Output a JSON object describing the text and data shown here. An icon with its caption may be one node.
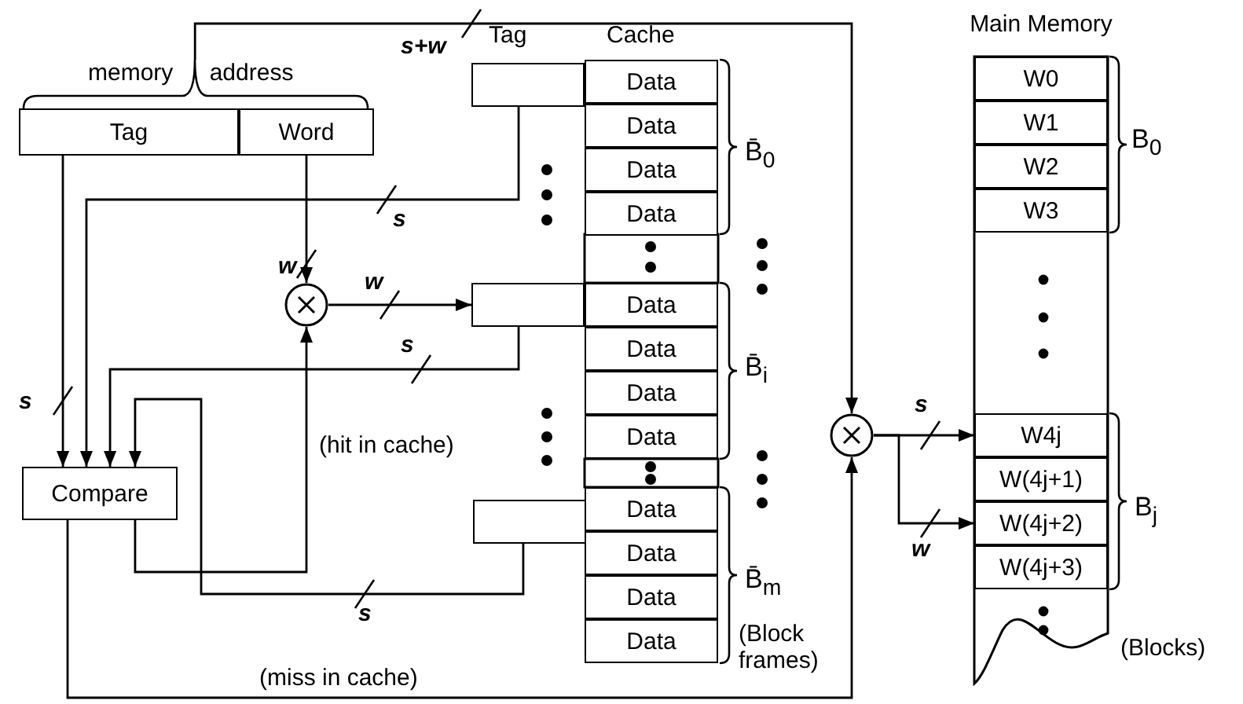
{
  "diagram": {
    "nodes": [
      {
        "text": [
          "memory address"
        ]
      },
      {
        "text": [
          "Tag"
        ],
        "in": 0
      },
      {
        "text": [
          "Word"
        ],
        "in": 0
      },
      {
        "text": [
          "Compare"
        ]
      },
      {
        "text": [],
        "shape": "circle"
      },
      {
        "text": [],
        "shape": "box"
      },
      {
        "text": [],
        "shape": "box"
      },
      {
        "text": [],
        "shape": "box"
      },
      {
        "text": [
          "Data"
        ]
      },
      {
        "text": [
          "Data"
        ]
      },
      {
        "text": [
          "Data"
        ]
      },
      {
        "text": [
          "Data"
        ]
      },
      {
        "text": [
          "Data"
        ]
      },
      {
        "text": [
          "Data"
        ]
      },
      {
        "text": [
          "Data"
        ]
      },
      {
        "text": [
          "Data"
        ]
      },
      {
        "text": [
          "Data"
        ]
      },
      {
        "text": [
          "Data"
        ]
      },
      {
        "text": [
          "Data"
        ]
      },
      {
        "text": [
          "Data"
        ]
      },
      {
        "text": [],
        "shape": "circle"
      },
      {
        "text": [
          "Main Memory"
        ]
      },
      {
        "text": [
          "W0"
        ],
        "in": 21
      },
      {
        "text": [
          "W1"
        ],
        "in": 21
      },
      {
        "text": [
          "W2"
        ],
        "in": 21
      },
      {
        "text": [
          "W3"
        ],
        "in": 21
      },
      {
        "text": [
          "W4j"
        ],
        "in": 21
      },
      {
        "text": [
          "W(4j+1)"
        ],
        "in": 21
      },
      {
        "text": [
          "W(4j+2)"
        ],
        "in": 21
      },
      {
        "text": [
          "W(4j+3)"
        ],
        "in": 21
      }
    ],
    "edges": [
      {
        "from": 2,
        "to": 4,
        "arrow": "to",
        "label": "w"
      },
      {
        "from": 4,
        "to": 6,
        "arrow": "to",
        "label": "w"
      },
      {
        "from": 1,
        "to": 3,
        "arrow": "to",
        "label": "s"
      },
      {
        "from": 5,
        "to": 3,
        "arrow": "to",
        "label": "s"
      },
      {
        "from": 6,
        "to": 3,
        "arrow": "to",
        "label": "s"
      },
      {
        "from": 7,
        "to": 3,
        "arrow": "to",
        "label": "s"
      },
      {
        "from": 3,
        "to": 4,
        "arrow": "to",
        "label": "(hit in cache)"
      },
      {
        "from": 3,
        "to": 20,
        "arrow": "to",
        "label": "(miss in cache)"
      },
      {
        "from": 0,
        "to": 20,
        "arrow": "to",
        "label": "s+w"
      },
      {
        "from": 20,
        "to": 26,
        "arrow": "to",
        "label": "s"
      },
      {
        "from": 20,
        "to": 28,
        "arrow": "to",
        "label": "w"
      }
    ],
    "labels": [
      "Tag",
      "Cache",
      "B̄$_{0}$",
      "B̄$_{i}$",
      "B̄$_{m}$",
      "(Block frames)",
      "B$_{0}$",
      "B$_{j}$",
      "(Blocks)"
    ]
  }
}
